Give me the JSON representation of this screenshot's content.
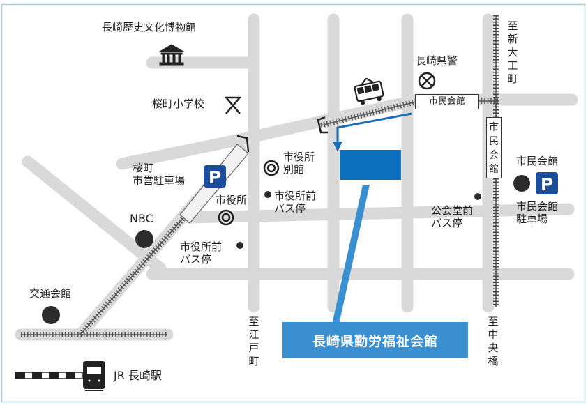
{
  "map": {
    "destination": "長崎県勤労福祉会館",
    "labels": {
      "museum": "長崎歴史文化博物館",
      "police": "長崎県警",
      "school": "桜町小学校",
      "city_hall_stop": "市民会館",
      "city_hall_annex": "市役所\n別館",
      "sakuramachi_parking": "桜町\n市営駐車場",
      "city_office": "市役所",
      "bus_stop_1": "市役所前\nバス停",
      "bus_stop_2": "市役所前\nバス停",
      "nbc": "NBC",
      "public_hall_bus": "公会堂前\nバス停",
      "civic_hall": "市民会館",
      "civic_hall_parking": "市民会館\n駐車場",
      "traffic_hall": "交通会館",
      "jr_station": "JR 長崎駅",
      "to_shindaiku": "至新大工町",
      "to_edomachi": "至江戸町",
      "to_chuobashi": "至中央橋",
      "vertical_road": "市民会館"
    },
    "colors": {
      "road": "#d9d9d9",
      "building": "#0c6fbe",
      "destination_bg": "#3a8fd0",
      "parking": "#1b4d9b",
      "marker": "#2b2b2b",
      "frame": "#a7cfe0"
    },
    "icons": [
      "museum-icon",
      "police-icon",
      "school-icon",
      "tram-icon",
      "parking-icon",
      "city-office-icon",
      "train-icon"
    ]
  }
}
